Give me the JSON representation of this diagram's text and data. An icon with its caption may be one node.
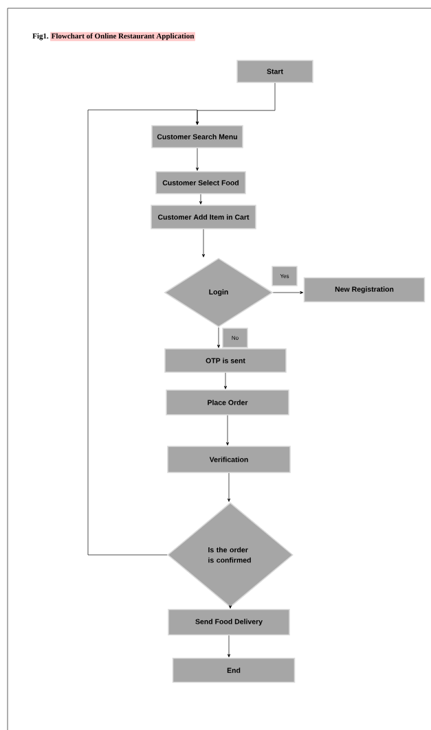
{
  "diagram": {
    "title": "Flowchart of Online Restaurant Application",
    "nodes": [
      {
        "text": [
          "Start"
        ]
      },
      {
        "text": [
          "Customer Search Menu"
        ]
      },
      {
        "text": [
          "Customer Select Food"
        ]
      },
      {
        "text": [
          "Customer Add Item in Cart"
        ]
      },
      {
        "text": [
          "Login"
        ]
      },
      {
        "text": [
          "New Registration"
        ]
      },
      {
        "text": [
          "OTP is sent"
        ]
      },
      {
        "text": [
          "Place Order"
        ]
      },
      {
        "text": [
          "Verification"
        ]
      },
      {
        "text": [
          "Is the order is confirmed"
        ]
      },
      {
        "text": [
          "Send Food Delivery"
        ]
      },
      {
        "text": [
          "End"
        ]
      }
    ],
    "edges": [
      {
        "from": 0,
        "to": 1,
        "arrow": "to"
      },
      {
        "from": 1,
        "to": 2,
        "arrow": "to"
      },
      {
        "from": 2,
        "to": 3,
        "arrow": "to"
      },
      {
        "from": 3,
        "to": 4,
        "arrow": "to"
      },
      {
        "from": 4,
        "to": 5,
        "arrow": "to",
        "label": "Yes"
      },
      {
        "from": 4,
        "to": 6,
        "arrow": "to",
        "label": "No"
      },
      {
        "from": 6,
        "to": 7,
        "arrow": "to"
      },
      {
        "from": 7,
        "to": 8,
        "arrow": "to"
      },
      {
        "from": 8,
        "to": 9,
        "arrow": "to"
      },
      {
        "from": 9,
        "to": 1,
        "arrow": "to"
      },
      {
        "from": 9,
        "to": 10,
        "arrow": "to"
      },
      {
        "from": 10,
        "to": 11,
        "arrow": "to"
      }
    ],
    "labels": [
      "Fig1."
    ]
  }
}
